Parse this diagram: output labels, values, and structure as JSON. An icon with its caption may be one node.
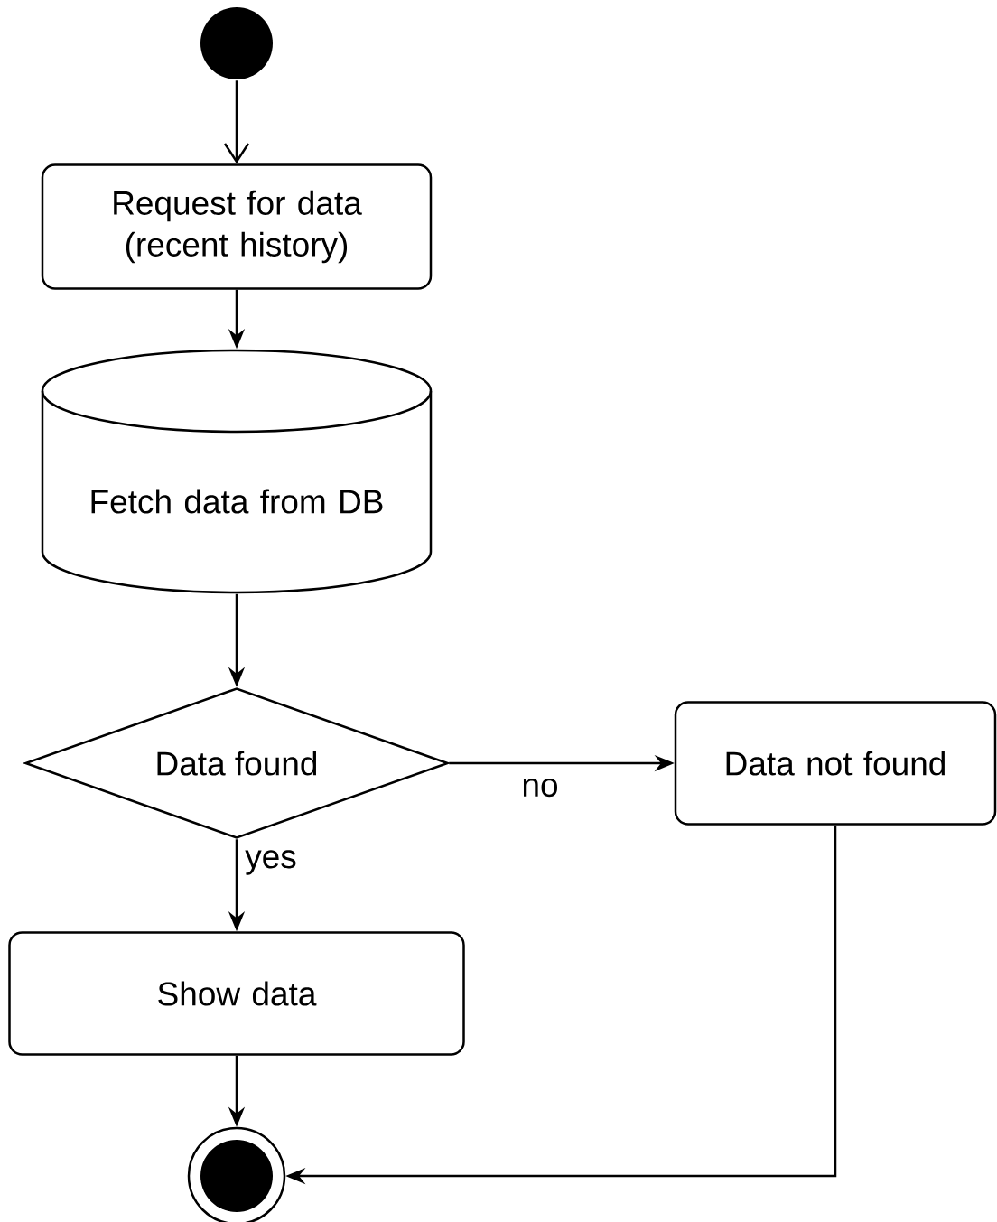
{
  "diagram": {
    "nodes": [
      {
        "text": [],
        "shape": "circle"
      },
      {
        "text": [
          "Request for data (recent history)"
        ]
      },
      {
        "text": [
          "Fetch data from DB"
        ]
      },
      {
        "text": [
          "Data found"
        ]
      },
      {
        "text": [
          "Data not found"
        ]
      },
      {
        "text": [
          "Show data"
        ]
      },
      {
        "text": [],
        "shape": "bullseye"
      }
    ],
    "edges": [
      {
        "from": 0,
        "to": 1,
        "arrow": "to"
      },
      {
        "from": 1,
        "to": 2,
        "arrow": "to"
      },
      {
        "from": 2,
        "to": 3,
        "arrow": "to"
      },
      {
        "from": 3,
        "to": 4,
        "arrow": "to",
        "label": "no"
      },
      {
        "from": 3,
        "to": 5,
        "arrow": "to",
        "label": "yes"
      },
      {
        "from": 5,
        "to": 6,
        "arrow": "to"
      },
      {
        "from": 4,
        "to": 6,
        "arrow": "to"
      }
    ]
  }
}
